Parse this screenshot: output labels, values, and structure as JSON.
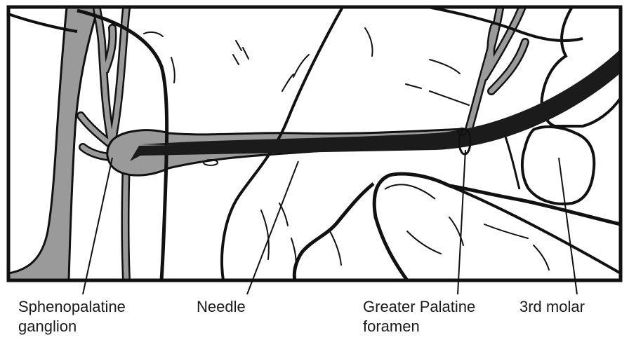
{
  "labels": {
    "sphenopalatine_line1": "Sphenopalatine",
    "sphenopalatine_line2": "ganglion",
    "needle": "Needle",
    "greater_palatine_line1": "Greater Palatine",
    "greater_palatine_line2": "foramen",
    "third_molar": "3rd molar"
  },
  "colors": {
    "outline": "#111111",
    "nerve_gray": "#9a9a9a",
    "needle": "#1b1b1b",
    "background": "#ffffff"
  }
}
